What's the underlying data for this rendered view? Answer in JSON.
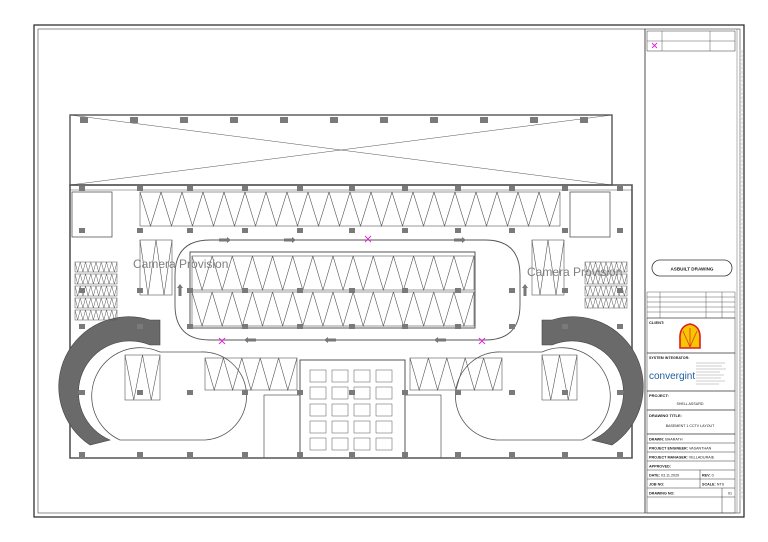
{
  "plan_labels": {
    "camera_provision_left": "Camera Provision",
    "camera_provision_right": "Camera Provision"
  },
  "title_block": {
    "asbuilt_stamp": "ASBUILT DRAWING",
    "client_label": "CLIENT:",
    "system_integrator_label": "SYSTEM INTEGRATOR:",
    "integrator_name": "convergint",
    "project_label": "PROJECT:",
    "project_value": "SHELL ASSURD",
    "drawing_title_label": "DRAWING TITLE:",
    "drawing_title_value": "BASEMENT 1 CCTV LAYOUT",
    "drawn_label": "DRAWN:",
    "drawn_value": "BHARATH",
    "project_engineer_label": "PROJECT ENGINEER:",
    "project_engineer_value": "VASANTHAN",
    "project_manager_label": "PROJECT MANAGER:",
    "project_manager_value": "VELLADURAIE",
    "approved_label": "APPROVED:",
    "date_label": "DATE:",
    "date_value": "03.11.2020",
    "rev_label": "REV:",
    "rev_value": "0",
    "job_no_label": "JOB NO:",
    "scale_label": "SCALE:",
    "scale_value": "NTS",
    "drawing_no_label": "DRAWING NO:",
    "drawing_no_value": "01"
  },
  "colors": {
    "line": "#555555",
    "wall": "#6e6e6e",
    "camera": "#e020e0",
    "shell_yellow": "#f7c600",
    "shell_red": "#dd1d21",
    "convergint_blue": "#1d5c9a",
    "convergint_green": "#6aa03a"
  }
}
